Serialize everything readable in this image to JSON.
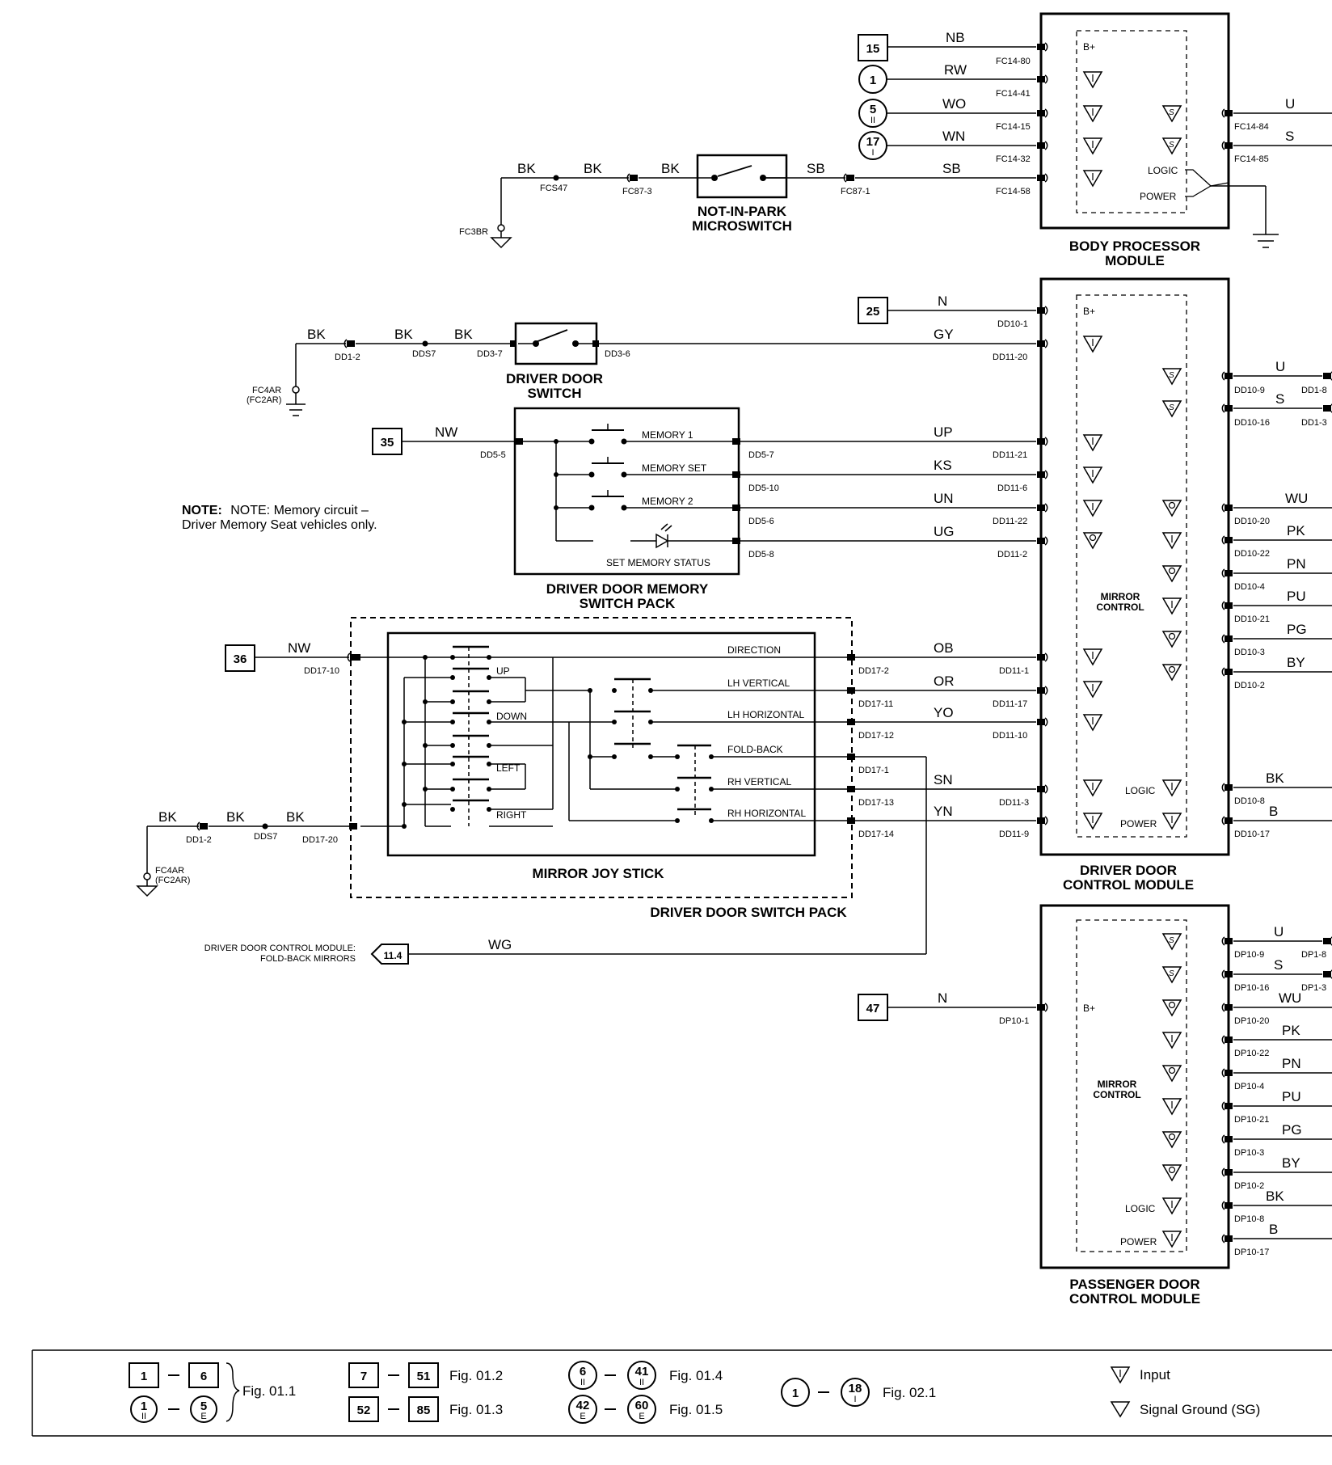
{
  "note": {
    "line1": "NOTE:  Memory circuit –",
    "line2": "Driver Memory Seat vehicles only."
  },
  "refs": {
    "r15": "15",
    "r1": "1",
    "r5": "5",
    "r5sub": "II",
    "r17": "17",
    "r17sub": "I",
    "r25": "25",
    "r35": "35",
    "r36": "36",
    "r47": "47",
    "r114": "11.4"
  },
  "wires": {
    "nb": "NB",
    "rw": "RW",
    "wo": "WO",
    "wn": "WN",
    "sb1": "SB",
    "sb2": "SB",
    "bk1": "BK",
    "bk2": "BK",
    "bk3": "BK",
    "u1": "U",
    "s1": "S",
    "n1": "N",
    "gy": "GY",
    "bk4": "BK",
    "bk5": "BK",
    "bk6": "BK",
    "u2": "U",
    "s2": "S",
    "nw1": "NW",
    "up": "UP",
    "ks": "KS",
    "un": "UN",
    "ug": "UG",
    "wu1": "WU",
    "pk1": "PK",
    "pn1": "PN",
    "pu1": "PU",
    "pg1": "PG",
    "by1": "BY",
    "nw2": "NW",
    "ob": "OB",
    "or": "OR",
    "yo": "YO",
    "sn": "SN",
    "yn": "YN",
    "bk7": "BK",
    "bk8": "BK",
    "bk9": "BK",
    "bk10": "BK",
    "b1": "B",
    "wg": "WG",
    "n2": "N",
    "u3": "U",
    "s3": "S",
    "wu2": "WU",
    "pk2": "PK",
    "pn2": "PN",
    "pu2": "PU",
    "pg2": "PG",
    "by2": "BY",
    "bk11": "BK",
    "b2": "B"
  },
  "connectors": {
    "fc1480": "FC14-80",
    "fc1441": "FC14-41",
    "fc1415": "FC14-15",
    "fc1432": "FC14-32",
    "fc1458": "FC14-58",
    "fc1484": "FC14-84",
    "fc1485": "FC14-85",
    "fcs47": "FCS47",
    "fc873": "FC87-3",
    "fc871": "FC87-1",
    "fc3br": "FC3BR",
    "dd101": "DD10-1",
    "dd1120": "DD11-20",
    "dd12a": "DD1-2",
    "dds7a": "DDS7",
    "dd37": "DD3-7",
    "dd36": "DD3-6",
    "fc4ar1": "FC4AR",
    "fc2ar1": "(FC2AR)",
    "dd109": "DD10-9",
    "dd18": "DD1-8",
    "dd1016": "DD10-16",
    "dd13": "DD1-3",
    "dd55": "DD5-5",
    "dd57": "DD5-7",
    "dd510": "DD5-10",
    "dd56": "DD5-6",
    "dd58": "DD5-8",
    "dd1121": "DD11-21",
    "dd116": "DD11-6",
    "dd1122": "DD11-22",
    "dd112": "DD11-2",
    "dd1020": "DD10-20",
    "dd1022": "DD10-22",
    "dd104": "DD10-4",
    "dd1021": "DD10-21",
    "dd103": "DD10-3",
    "dd102": "DD10-2",
    "dd1710": "DD17-10",
    "dd172": "DD17-2",
    "dd1711": "DD17-11",
    "dd1712": "DD17-12",
    "dd171": "DD17-1",
    "dd1713": "DD17-13",
    "dd1714": "DD17-14",
    "dd1720": "DD17-20",
    "dd111": "DD11-1",
    "dd1117": "DD11-17",
    "dd1110": "DD11-10",
    "dd113": "DD11-3",
    "dd119": "DD11-9",
    "dd108": "DD10-8",
    "dd1017": "DD10-17",
    "dd12b": "DD1-2",
    "dds7b": "DDS7",
    "fc4ar2": "FC4AR",
    "fc2ar2": "(FC2AR)",
    "dp101": "DP10-1",
    "dp109": "DP10-9",
    "dp18": "DP1-8",
    "dp1016": "DP10-16",
    "dp13": "DP1-3",
    "dp1020": "DP10-20",
    "dp1022": "DP10-22",
    "dp104": "DP10-4",
    "dp1021": "DP10-21",
    "dp103": "DP10-3",
    "dp102": "DP10-2",
    "dp108": "DP10-8",
    "dp1017": "DP10-17"
  },
  "components": {
    "nip1": "NOT-IN-PARK",
    "nip2": "MICROSWITCH",
    "bpm1": "BODY PROCESSOR",
    "bpm2": "MODULE",
    "dds1": "DRIVER DOOR",
    "dds2": "SWITCH",
    "dms1": "DRIVER DOOR MEMORY",
    "dms2": "SWITCH PACK",
    "mjs": "MIRROR JOY STICK",
    "dsp": "DRIVER DOOR SWITCH PACK",
    "ddcm1": "DRIVER DOOR",
    "ddcm2": "CONTROL MODULE",
    "pdcm1": "PASSENGER DOOR",
    "pdcm2": "CONTROL MODULE",
    "mc1a": "MIRROR",
    "mc1b": "CONTROL",
    "mc2a": "MIRROR",
    "mc2b": "CONTROL",
    "fold1": "DRIVER DOOR CONTROL MODULE:",
    "fold2": "FOLD-BACK MIRRORS"
  },
  "pins": {
    "bplus1": "B+",
    "bplus2": "B+",
    "bplus3": "B+",
    "logic1": "LOGIC",
    "power1": "POWER",
    "logic2": "LOGIC",
    "power2": "POWER",
    "logic3": "LOGIC",
    "power3": "POWER",
    "mem1": "MEMORY 1",
    "memset": "MEMORY SET",
    "mem2": "MEMORY 2",
    "setmem": "SET MEMORY STATUS",
    "dir": "DIRECTION",
    "up": "UP",
    "down": "DOWN",
    "left": "LEFT",
    "right": "RIGHT",
    "lhv": "LH VERTICAL",
    "lhh": "LH HORIZONTAL",
    "fold": "FOLD-BACK",
    "rhv": "RH VERTICAL",
    "rhh": "RH HORIZONTAL"
  },
  "legend": {
    "a1": "1",
    "a2": "6",
    "a3": "1",
    "a4": "5",
    "a4sub": "E",
    "a3sub": "II",
    "fig011": "Fig. 01.1",
    "b1": "7",
    "b2": "51",
    "fig012": "Fig. 01.2",
    "b3": "52",
    "b4": "85",
    "fig013": "Fig. 01.3",
    "c1": "6",
    "c2": "41",
    "fig014": "Fig. 01.4",
    "c3": "42",
    "c4": "60",
    "fig015": "Fig. 01.5",
    "c1sub": "II",
    "c2sub": "II",
    "c3sub": "E",
    "c4sub": "E",
    "d1": "1",
    "d2": "18",
    "d2sub": "I",
    "fig021": "Fig. 02.1",
    "input": "Input",
    "sg": "Signal Ground (SG)"
  }
}
